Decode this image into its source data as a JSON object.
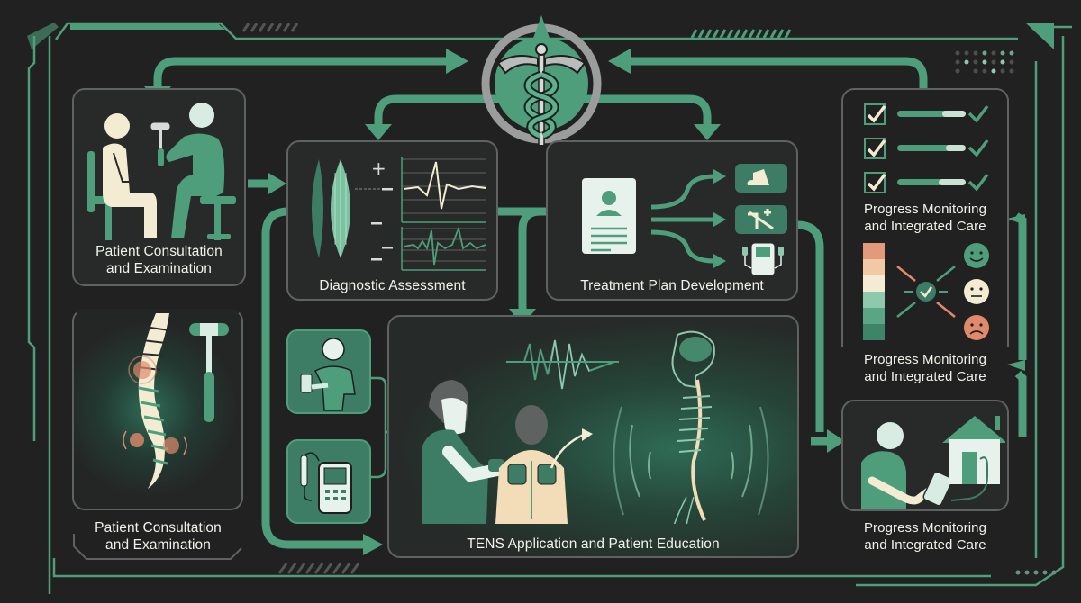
{
  "colors": {
    "background": "#212121",
    "accent_green": "#4e9e7c",
    "dark_green": "#3b7d62",
    "panel_border": "#5e6260",
    "cream": "#f3ecd2",
    "text": "#f2f2ec",
    "salmon": "#e08a6c"
  },
  "header": {
    "emblem": "caduceus-icon"
  },
  "panels": {
    "consultation": {
      "title_line1": "Patient Consultation",
      "title_line2": "and Examination",
      "icons": [
        "patient-seated-icon",
        "doctor-seated-icon",
        "reflex-hammer-icon",
        "chair-icon"
      ]
    },
    "spine_exam": {
      "title_line1": "Patient Consultation",
      "title_line2": "and Examination",
      "icons": [
        "spine-icon",
        "pain-point-icon",
        "reflex-hammer-icon"
      ]
    },
    "diagnostic": {
      "title": "Diagnostic Assessment",
      "icons": [
        "muscle-icon",
        "emg-waveform-icon",
        "ncs-waveform-icon"
      ],
      "signs": [
        "+",
        "−",
        "−",
        "−"
      ]
    },
    "treatment": {
      "title": "Treatment Plan Development",
      "icons": [
        "patient-record-icon",
        "exercise-icon",
        "manual-therapy-icon",
        "tens-device-icon"
      ]
    },
    "progress_checklist": {
      "title_line1": "Progress Monitoring",
      "title_line2": "and Integrated Care",
      "rows": [
        {
          "checked": true,
          "progress": 80
        },
        {
          "checked": true,
          "progress": 80
        },
        {
          "checked": true,
          "progress": 70
        }
      ]
    },
    "progress_scale": {
      "title_line1": "Progress Monitoring",
      "title_line2": "and Integrated Care",
      "faces": [
        "happy",
        "neutral",
        "sad"
      ],
      "scale_colors": [
        "#e39a7a",
        "#f2c9a5",
        "#f3ecd2",
        "#8fc9ad",
        "#5aa583",
        "#3f8466"
      ]
    },
    "home_care": {
      "title_line1": "Progress Monitoring",
      "title_line2": "and Integrated Care",
      "icons": [
        "patient-with-device-icon",
        "home-icon"
      ]
    },
    "tens": {
      "title": "TENS Application and Patient Education",
      "icons": [
        "clinician-with-device-icon",
        "tens-unit-icon",
        "clinician-applying-electrodes-icon",
        "nerve-signal-icon",
        "nervous-system-icon"
      ]
    }
  }
}
